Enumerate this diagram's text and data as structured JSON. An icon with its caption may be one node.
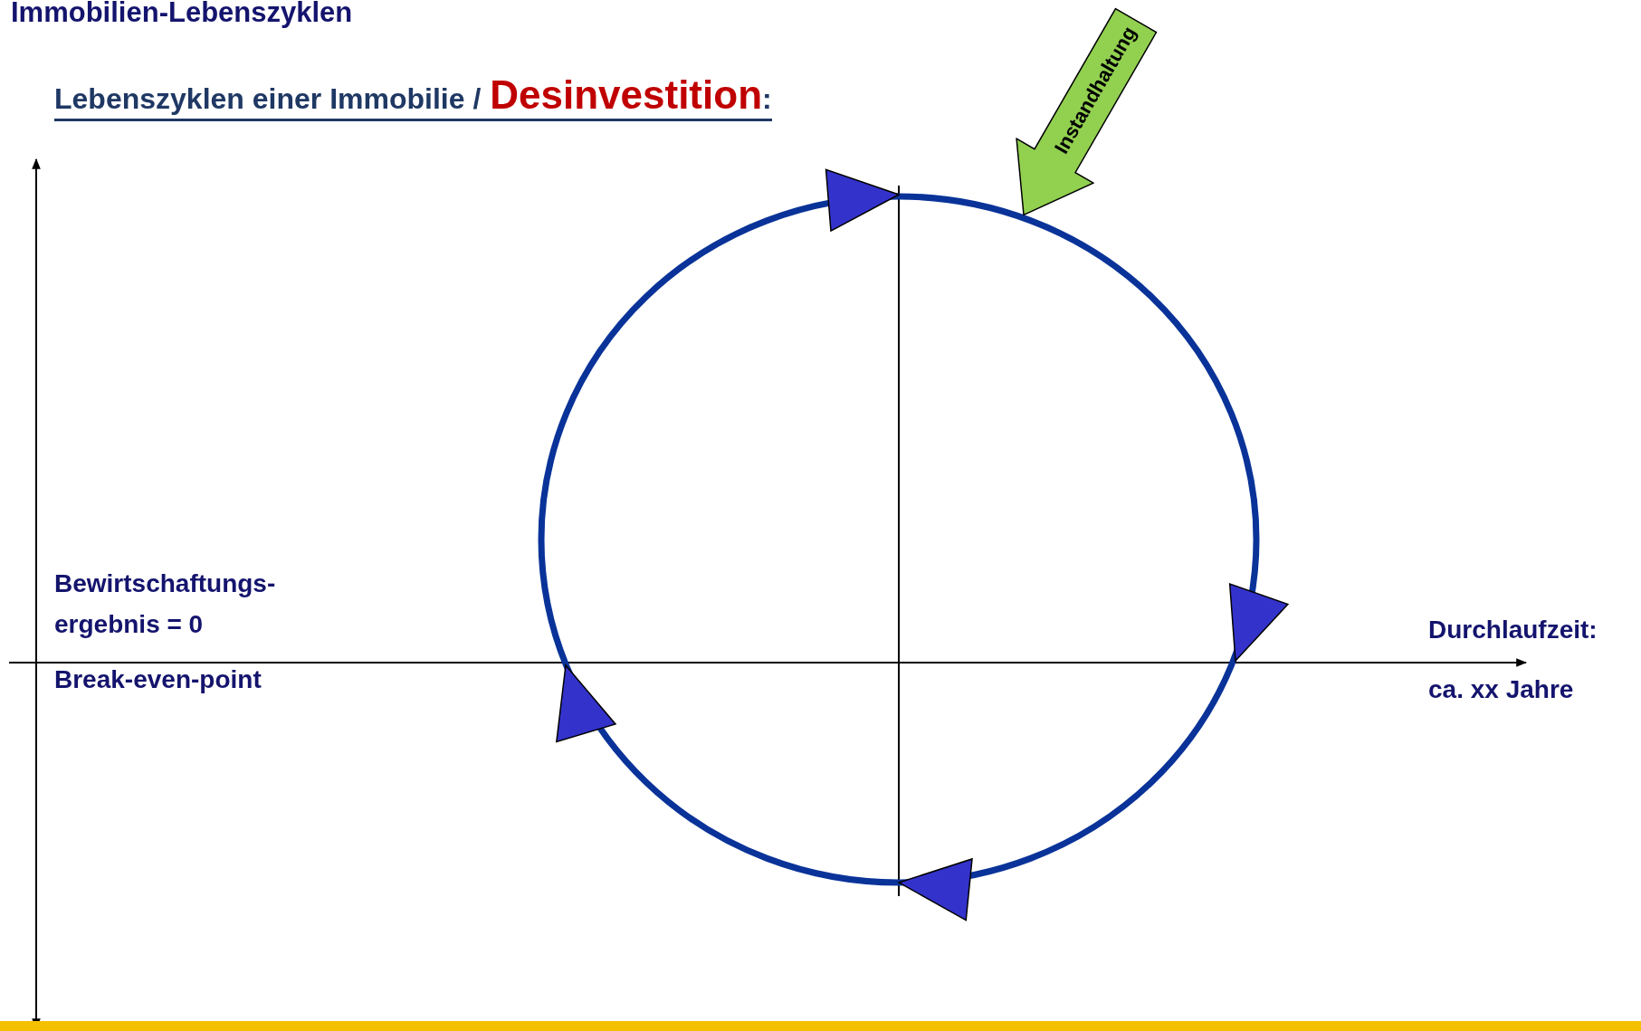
{
  "diagram": {
    "title": "Immobilien-Lebenszyklen",
    "nodes": [
      {
        "text": [
          "Instandhaltung"
        ]
      }
    ],
    "labels": [
      "Lebenszyklen einer Immobilie /",
      "Desinvestition",
      ":",
      "Bewirtschaftungs- ergebnis = 0",
      "Break-even-point",
      "Durchlaufzeit:",
      "ca. xx Jahre"
    ]
  }
}
